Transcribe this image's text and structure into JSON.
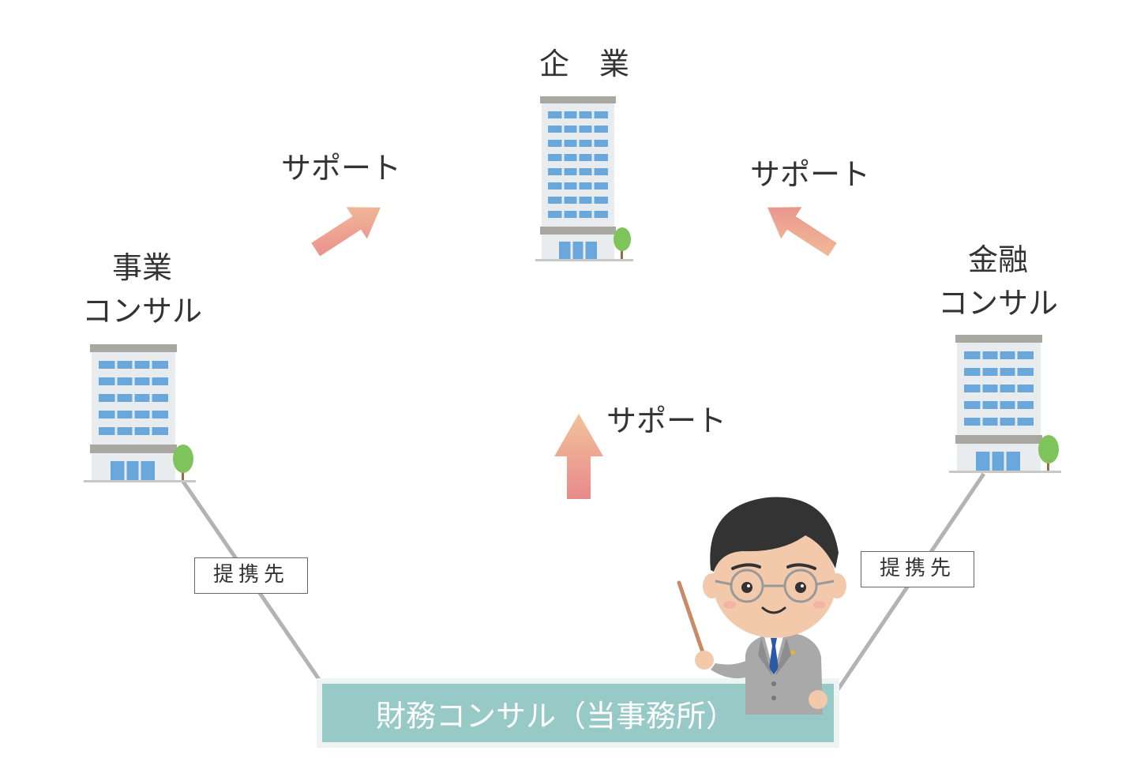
{
  "nodes": {
    "company": {
      "label": "企　業"
    },
    "business": {
      "line1": "事業",
      "line2": "コンサル"
    },
    "finance": {
      "line1": "金融",
      "line2": "コンサル"
    }
  },
  "support_labels": {
    "left": "サポート",
    "right": "サポート",
    "center": "サポート"
  },
  "partner_labels": {
    "left": "提携先",
    "right": "提携先"
  },
  "footer": {
    "label": "財務コンサル（当事務所）"
  },
  "colors": {
    "arrow_start": "#e88a8a",
    "arrow_end": "#f2c29a",
    "building_wall": "#e9ecee",
    "building_roof": "#a8a8a0",
    "window": "#6aa8dc",
    "tree": "#7ec45a",
    "bar": "#97c9c7",
    "line": "#b3b3b3"
  },
  "icons": [
    "building-icon",
    "tree-icon",
    "arrow-icon",
    "consultant-icon",
    "pointer-stick-icon"
  ]
}
